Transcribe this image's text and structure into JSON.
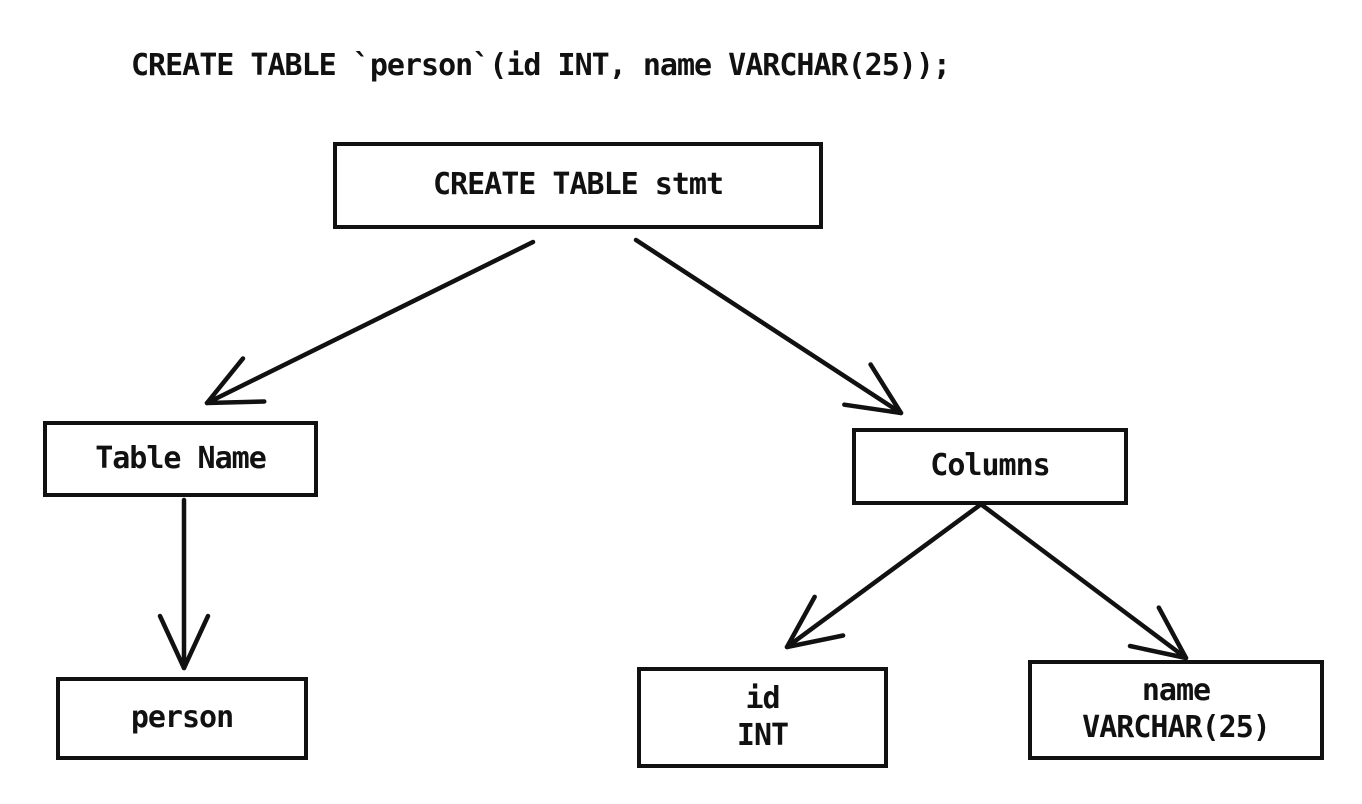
{
  "page": {
    "background_color": "#ffffff",
    "ink_color": "#111111"
  },
  "code_line": "CREATE TABLE `person`(id INT, name VARCHAR(25));",
  "tree": {
    "nodes": {
      "root": {
        "label": "CREATE TABLE stmt"
      },
      "table_name": {
        "label": "Table Name"
      },
      "columns": {
        "label": "Columns"
      },
      "person": {
        "label": "person"
      },
      "id_int": {
        "line1": "id",
        "line2": "INT"
      },
      "name_varchar": {
        "line1": "name",
        "line2": "VARCHAR(25)"
      }
    },
    "edges": [
      {
        "from": "root",
        "to": "table_name"
      },
      {
        "from": "root",
        "to": "columns"
      },
      {
        "from": "table_name",
        "to": "person"
      },
      {
        "from": "columns",
        "to": "id_int"
      },
      {
        "from": "columns",
        "to": "name_varchar"
      }
    ]
  }
}
